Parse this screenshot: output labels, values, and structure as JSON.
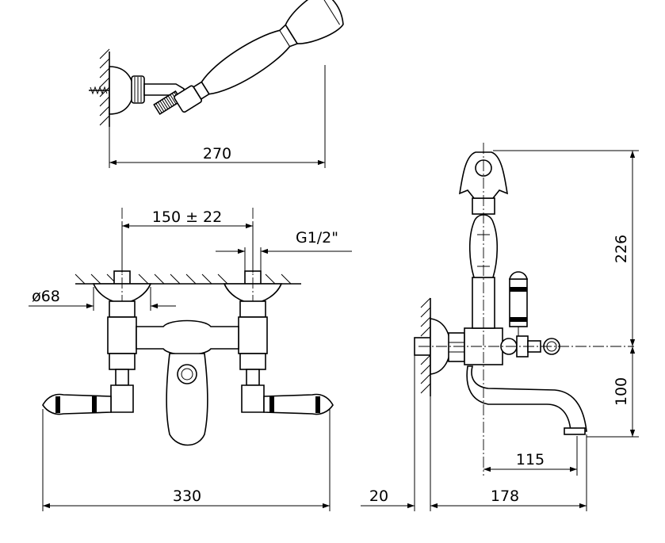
{
  "dimensions": {
    "handshower_length": "270",
    "center_distance": "150 ± 22",
    "thread": "G1/2\"",
    "flange_diameter": "ø68",
    "overall_width": "330",
    "wall_offset": "20",
    "projection": "178",
    "spout_reach": "115",
    "height_above_axis": "226",
    "height_below_axis": "100"
  },
  "colors": {
    "line": "#000000",
    "background": "#ffffff"
  }
}
